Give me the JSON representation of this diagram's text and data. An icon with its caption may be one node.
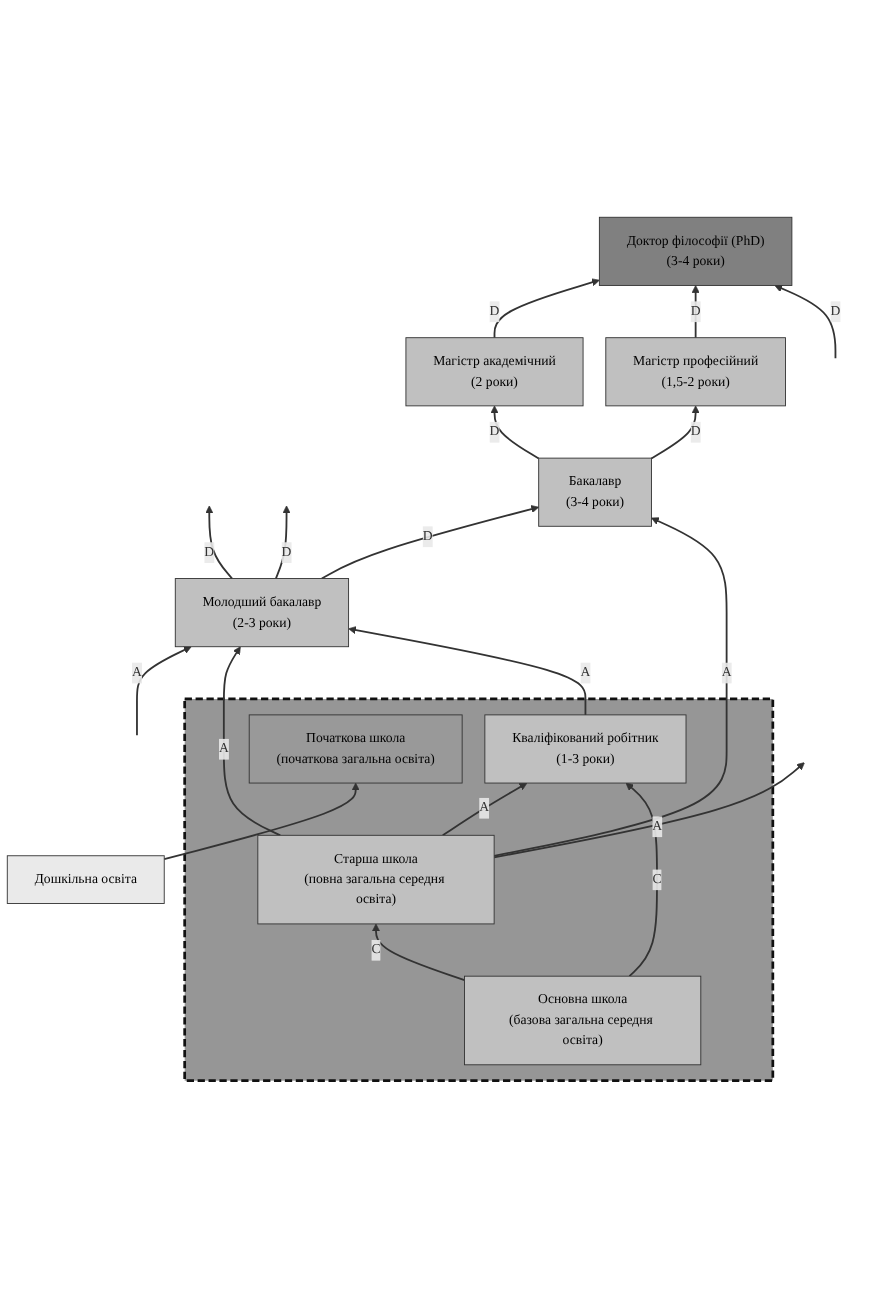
{
  "diagram": {
    "nodes": [
      {
        "text": [
          "Доктор філософії (PhD)",
          "(3-4 роки)"
        ]
      },
      {
        "text": [
          "Магістр академічний",
          "(2 роки)"
        ]
      },
      {
        "text": [
          "Магістр професійний",
          "(1,5-2 роки)"
        ]
      },
      {
        "text": [
          "Бакалавр",
          "(3-4 роки)"
        ]
      },
      {
        "text": [
          "Молодший бакалавр",
          "(2-3 роки)"
        ]
      },
      {
        "text": [],
        "shape": "box"
      },
      {
        "text": [
          "Старша школа",
          "(повна загальна середня освіта)"
        ],
        "in": 5
      },
      {
        "text": [
          "Кваліфікований робітник",
          "(1-3 роки)"
        ],
        "in": 5
      },
      {
        "text": [
          "Основна школа",
          "(базова загальна середня освіта)"
        ],
        "in": 5
      },
      {
        "text": [
          "Початкова школа",
          "(початкова загальна освіта)"
        ],
        "in": 5
      },
      {
        "text": [
          "Дошкільна освіта"
        ]
      }
    ],
    "edges": [
      {
        "from": 1,
        "to": 0,
        "arrow": "to",
        "label": "D"
      },
      {
        "from": 2,
        "to": 0,
        "arrow": "to",
        "label": "D"
      },
      {
        "from": null,
        "to": 0,
        "arrow": "to",
        "label": "D"
      },
      {
        "from": 4,
        "to": null,
        "arrow": "to",
        "label": "D"
      },
      {
        "from": 3,
        "to": 1,
        "arrow": "to",
        "label": "D"
      },
      {
        "from": 3,
        "to": 2,
        "arrow": "to",
        "label": "D"
      },
      {
        "from": 4,
        "to": null,
        "arrow": "to",
        "label": "D"
      },
      {
        "from": 4,
        "to": 3,
        "arrow": "to",
        "label": "D"
      },
      {
        "from": null,
        "to": 4,
        "arrow": "to",
        "label": "A"
      },
      {
        "from": 6,
        "to": 3,
        "arrow": "to",
        "label": "A"
      },
      {
        "from": 6,
        "to": null,
        "arrow": "to",
        "label": "A"
      },
      {
        "from": 6,
        "to": 4,
        "arrow": "to",
        "label": "A"
      },
      {
        "from": 7,
        "to": 4,
        "arrow": "to",
        "label": "A"
      },
      {
        "from": 6,
        "to": 7,
        "arrow": "to",
        "label": "A"
      },
      {
        "from": 8,
        "to": 6,
        "arrow": "to",
        "label": "C"
      },
      {
        "from": 8,
        "to": 7,
        "arrow": "to",
        "label": "C"
      },
      {
        "from": 10,
        "to": 9,
        "arrow": "to"
      }
    ]
  }
}
